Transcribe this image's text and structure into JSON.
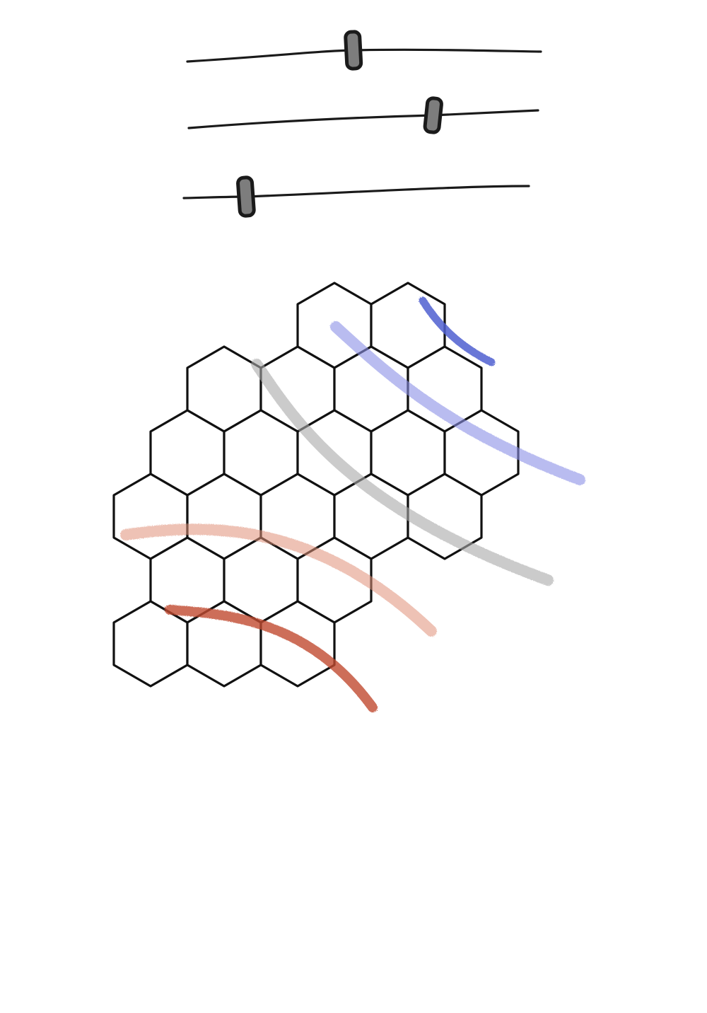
{
  "sliders": [
    {
      "name": "slider-1",
      "level": 0.47
    },
    {
      "name": "slider-2",
      "level": 0.7
    },
    {
      "name": "slider-3",
      "level": 0.18
    }
  ],
  "board": {
    "rows": [
      {
        "row": 0,
        "cols": [
          5,
          7
        ]
      },
      {
        "row": 1,
        "cols": [
          2,
          4,
          6,
          8
        ]
      },
      {
        "row": 2,
        "cols": [
          1,
          3,
          5,
          7,
          9
        ]
      },
      {
        "row": 3,
        "cols": [
          0,
          2,
          4,
          6,
          8
        ]
      },
      {
        "row": 4,
        "cols": [
          1,
          3,
          5
        ]
      },
      {
        "row": 5,
        "cols": [
          0,
          2,
          4
        ]
      }
    ]
  },
  "paint_strokes": [
    {
      "name": "blue-dark-stroke",
      "color": "#4f5fd0",
      "opacity": 0.85
    },
    {
      "name": "blue-light-stroke",
      "color": "#8a90e6",
      "opacity": 0.6
    },
    {
      "name": "gray-stroke",
      "color": "#a8a8a8",
      "opacity": 0.6
    },
    {
      "name": "salmon-stroke",
      "color": "#e09078",
      "opacity": 0.55
    },
    {
      "name": "red-stroke",
      "color": "#c04a30",
      "opacity": 0.8
    }
  ]
}
